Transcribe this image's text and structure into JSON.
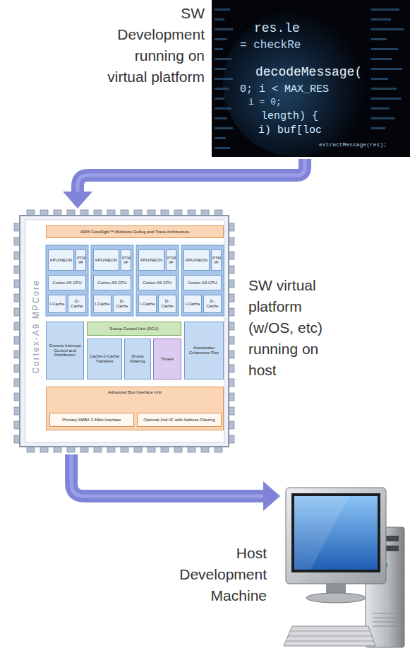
{
  "diagram": {
    "nodes": [
      {
        "text": [
          "SW Development running on virtual platform"
        ]
      },
      {
        "text": [
          "SW virtual platform (w/OS, etc) running on host",
          "Cortex-A9 MPCore"
        ]
      },
      {
        "text": [
          "ARM CoreSight™ Multicore Debug and Trace Architecture"
        ],
        "in": 1
      },
      {
        "text": [
          "FPU/NEON"
        ],
        "in": 1
      },
      {
        "text": [
          "PTM I/F"
        ],
        "in": 1
      },
      {
        "text": [
          "Cortex-A9 CPU"
        ],
        "in": 1
      },
      {
        "text": [
          "I-Cache"
        ],
        "in": 1
      },
      {
        "text": [
          "D-Cache"
        ],
        "in": 1
      },
      {
        "text": [
          "FPU/NEON"
        ],
        "in": 1
      },
      {
        "text": [
          "PTM I/F"
        ],
        "in": 1
      },
      {
        "text": [
          "Cortex-A9 CPU"
        ],
        "in": 1
      },
      {
        "text": [
          "I-Cache"
        ],
        "in": 1
      },
      {
        "text": [
          "D-Cache"
        ],
        "in": 1
      },
      {
        "text": [
          "FPU/NEON"
        ],
        "in": 1
      },
      {
        "text": [
          "PTM I/F"
        ],
        "in": 1
      },
      {
        "text": [
          "Cortex-A9 CPU"
        ],
        "in": 1
      },
      {
        "text": [
          "I-Cache"
        ],
        "in": 1
      },
      {
        "text": [
          "D-Cache"
        ],
        "in": 1
      },
      {
        "text": [
          "FPU/NEON"
        ],
        "in": 1
      },
      {
        "text": [
          "PTM I/F"
        ],
        "in": 1
      },
      {
        "text": [
          "Cortex-A9 CPU"
        ],
        "in": 1
      },
      {
        "text": [
          "I-Cache"
        ],
        "in": 1
      },
      {
        "text": [
          "D-Cache"
        ],
        "in": 1
      },
      {
        "text": [
          "Snoop Control Unit (SCU)"
        ],
        "in": 1
      },
      {
        "text": [
          "Generic Interrupt Control and Distribution"
        ],
        "in": 1
      },
      {
        "text": [
          "Cache-2-Cache Transfers"
        ],
        "in": 1
      },
      {
        "text": [
          "Snoop Filtering"
        ],
        "in": 1
      },
      {
        "text": [
          "Timers"
        ],
        "in": 1
      },
      {
        "text": [
          "Accelerator Coherence Port"
        ],
        "in": 1
      },
      {
        "text": [
          "Advanced Bus Interface Unit"
        ],
        "in": 1
      },
      {
        "text": [
          "Primary AMBA 3 64bit Interface"
        ],
        "in": 29
      },
      {
        "text": [
          "Optional 2nd I/F with Address Filtering"
        ],
        "in": 29
      },
      {
        "text": [
          "Host Development Machine"
        ]
      }
    ],
    "edges": [
      {
        "from": 0,
        "to": 1,
        "arrow": "to"
      },
      {
        "from": 1,
        "to": 32,
        "arrow": "to"
      }
    ],
    "labels": [
      "res.le",
      "= checkRe",
      "decodeMessage(",
      "0; i < MAX_RES",
      "i = 0;",
      "length) {",
      "i) buf[loc",
      "extractMessage(res);"
    ]
  }
}
